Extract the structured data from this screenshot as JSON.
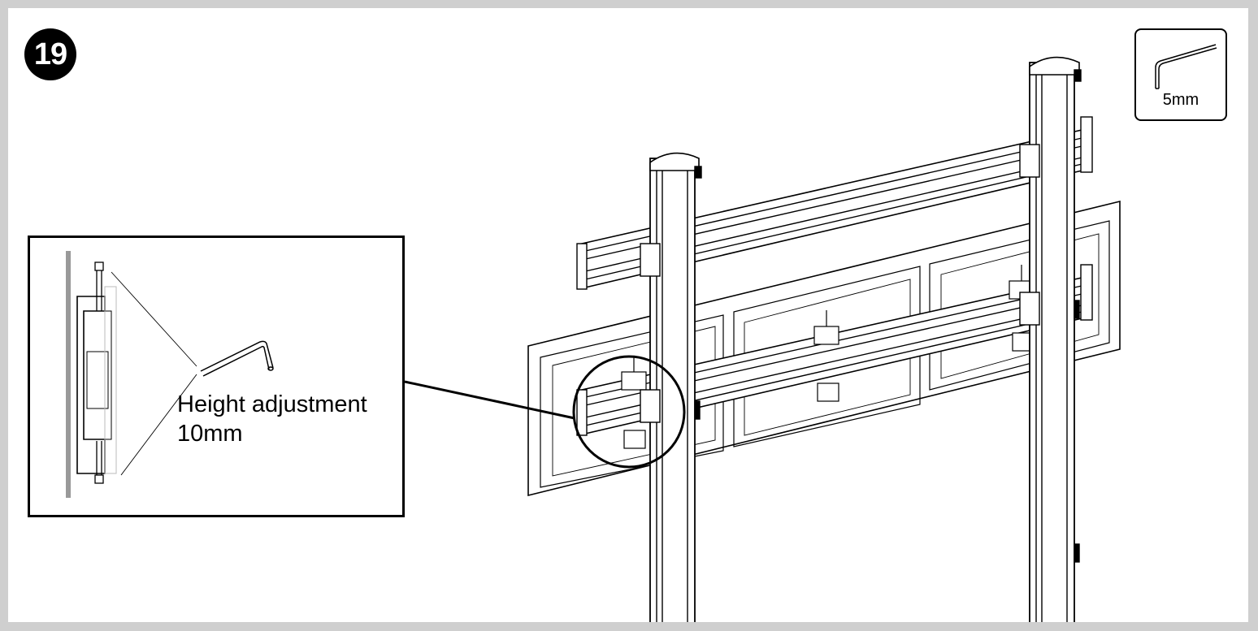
{
  "step": {
    "number": "19"
  },
  "tool": {
    "icon": "hex-key-icon",
    "size_label": "5mm"
  },
  "detail": {
    "annotation_line1": "Height adjustment",
    "annotation_line2": "10mm",
    "icon": "hex-key-icon"
  },
  "colors": {
    "line": "#000000",
    "background": "#ffffff",
    "border": "#cfcfcf",
    "wall": "#999999"
  }
}
